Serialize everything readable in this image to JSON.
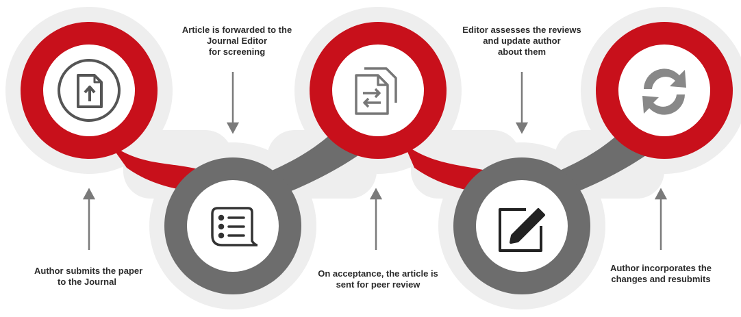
{
  "steps": [
    {
      "caption_lines": [
        "Author submits the paper",
        "to the Journal"
      ],
      "icon": "upload-file-icon",
      "ring_color": "#c8101b"
    },
    {
      "caption_lines": [
        "Article is forwarded to the",
        "Journal Editor",
        "for screening"
      ],
      "icon": "checklist-icon",
      "ring_color": "#6d6d6d"
    },
    {
      "caption_lines": [
        "On acceptance, the article is",
        "sent for peer review"
      ],
      "icon": "file-exchange-icon",
      "ring_color": "#c8101b"
    },
    {
      "caption_lines": [
        "Editor assesses the reviews",
        "and update author",
        "about them"
      ],
      "icon": "edit-note-icon",
      "ring_color": "#6d6d6d"
    },
    {
      "caption_lines": [
        "Author incorporates the",
        "changes and resubmits"
      ],
      "icon": "refresh-icon",
      "ring_color": "#c8101b"
    }
  ],
  "colors": {
    "red": "#c8101b",
    "gray": "#6d6d6d",
    "halo": "#eeeeee",
    "icon": "#555555",
    "arrow": "#7a7a7a"
  }
}
